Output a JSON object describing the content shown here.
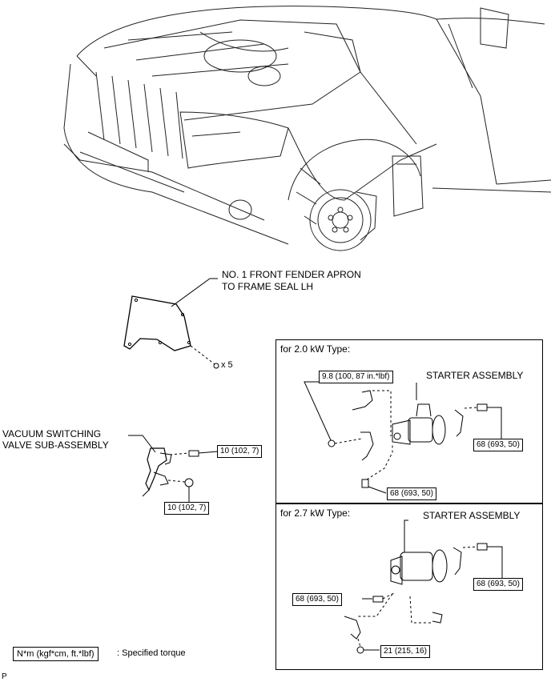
{
  "labels": {
    "fender_seal_line1": "NO. 1 FRONT FENDER APRON",
    "fender_seal_line2": "TO FRAME SEAL LH",
    "clip_qty": "x 5",
    "vsv_line1": "VACUUM SWITCHING",
    "vsv_line2": "VALVE SUB-ASSEMBLY",
    "vsv_torque_bolt": "10 (102, 7)",
    "vsv_torque_nut": "10 (102, 7)",
    "legend_box": "N*m (kgf*cm, ft.*lbf)",
    "legend_text": ": Specified torque",
    "corner_mark": "P"
  },
  "panel_20kw": {
    "title": "for 2.0 kW Type:",
    "starter_label": "STARTER ASSEMBLY",
    "torque_nut": "9.8 (100, 87 in.*lbf)",
    "torque_terminal": "68 (693, 50)",
    "torque_mount": "68 (693, 50)"
  },
  "panel_27kw": {
    "title": "for 2.7 kW Type:",
    "starter_label": "STARTER ASSEMBLY",
    "torque_terminal": "68 (693, 50)",
    "torque_mount": "68 (693, 50)",
    "torque_nut": "21 (215, 16)"
  }
}
